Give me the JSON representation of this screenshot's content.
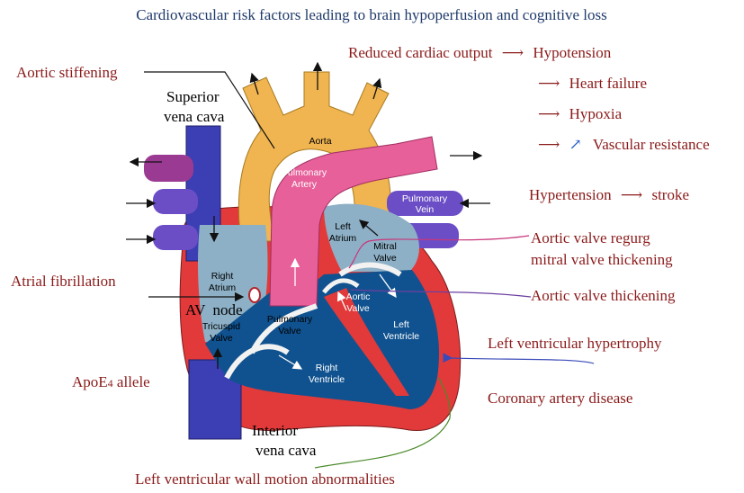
{
  "title": "Cardiovascular risk factors leading to brain hypoperfusion and cognitive loss",
  "colors": {
    "title_text": "#1f3a6b",
    "risk_text": "#8b1a1a",
    "aorta": "#f0b550",
    "pulmonary_artery": "#e8609a",
    "vena_cava": "#3b3fb3",
    "pulmonary_vein": "#6b4ec6",
    "heart_wall": "#e23a3a",
    "atrium": "#8db0c6",
    "ventricle": "#10528f",
    "arrow_blue": "#2a63c8",
    "line_magenta": "#c8367c",
    "line_purple": "#6b3fa0",
    "line_green": "#4a8a2a"
  },
  "risk_factors": {
    "aortic_stiffening": "Aortic stiffening",
    "reduced_cardiac_output": "Reduced cardiac output",
    "arrow_glyph": "⟶",
    "hypotension": "Hypotension",
    "heart_failure": "Heart failure",
    "hypoxia": "Hypoxia",
    "up_arrow_glyph": "↗",
    "vascular_resistance": "Vascular resistance",
    "hypertension": "Hypertension",
    "stroke": "stroke",
    "aortic_valve_regurg": "Aortic valve regurg",
    "mitral_valve_thickening": "mitral valve thickening",
    "atrial_fibrillation": "Atrial fibrillation",
    "aortic_valve_thickening": "Aortic valve thickening",
    "lv_hypertrophy": "Left ventricular hypertrophy",
    "apoe4_prefix": "ApoE",
    "apoe4_sub": "4",
    "apoe4_suffix": " allele",
    "coronary_artery_disease": "Coronary artery disease",
    "lv_wall_motion": "Left ventricular wall motion abnormalities"
  },
  "anatomy": {
    "superior_line1": "Superior",
    "superior_line2": "vena cava",
    "av_node": "AV  node",
    "interior_line1": "Interior",
    "interior_line2": "vena cava"
  },
  "parts": {
    "aorta": "Aorta",
    "pulmonary_artery_1": "Pulmonary",
    "pulmonary_artery_2": "Artery",
    "pulmonary_vein_1": "Pulmonary",
    "pulmonary_vein_2": "Vein",
    "left_atrium_1": "Left",
    "left_atrium_2": "Atrium",
    "mitral_1": "Mitral",
    "mitral_2": "Valve",
    "right_atrium_1": "Right",
    "right_atrium_2": "Atrium",
    "aortic_valve_1": "Aortic",
    "aortic_valve_2": "Valve",
    "left_ventricle_1": "Left",
    "left_ventricle_2": "Ventricle",
    "pulmonary_valve_1": "Pulmonary",
    "pulmonary_valve_2": "Valve",
    "tricuspid_1": "Tricuspid",
    "tricuspid_2": "Valve",
    "right_ventricle_1": "Right",
    "right_ventricle_2": "Ventricle"
  }
}
